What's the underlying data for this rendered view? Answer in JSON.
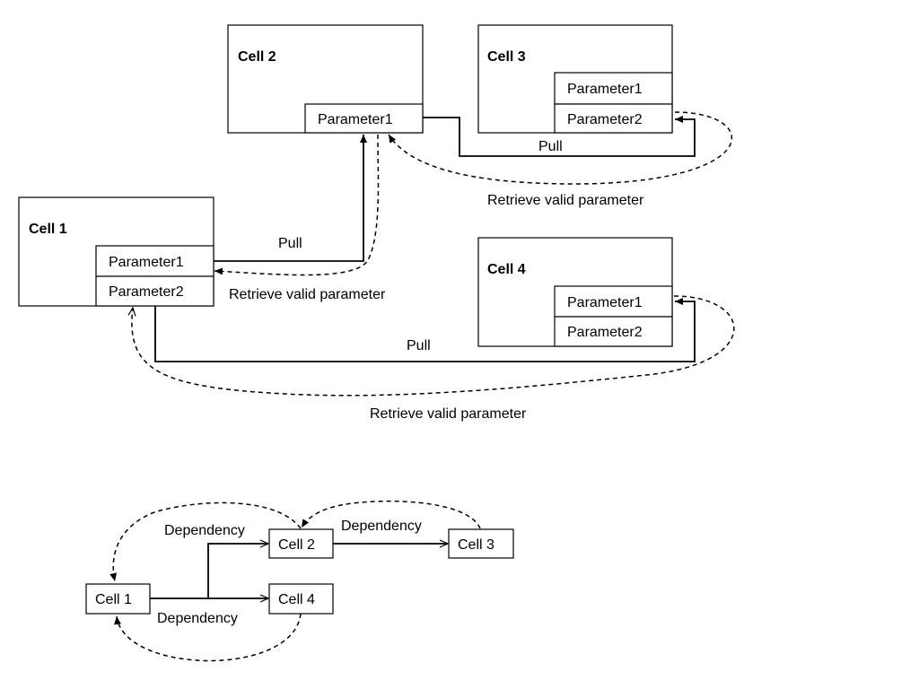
{
  "top_diagram": {
    "cells": {
      "cell1": {
        "title": "Cell 1",
        "params": [
          "Parameter1",
          "Parameter2"
        ]
      },
      "cell2": {
        "title": "Cell 2",
        "params": [
          "Parameter1"
        ]
      },
      "cell3": {
        "title": "Cell 3",
        "params": [
          "Parameter1",
          "Parameter2"
        ]
      },
      "cell4": {
        "title": "Cell 4",
        "params": [
          "Parameter1",
          "Parameter2"
        ]
      }
    },
    "edges": {
      "pull_label": "Pull",
      "retrieve_label": "Retrieve valid parameter"
    }
  },
  "bottom_diagram": {
    "nodes": [
      "Cell 1",
      "Cell 2",
      "Cell 3",
      "Cell 4"
    ],
    "edge_label": "Dependency"
  }
}
